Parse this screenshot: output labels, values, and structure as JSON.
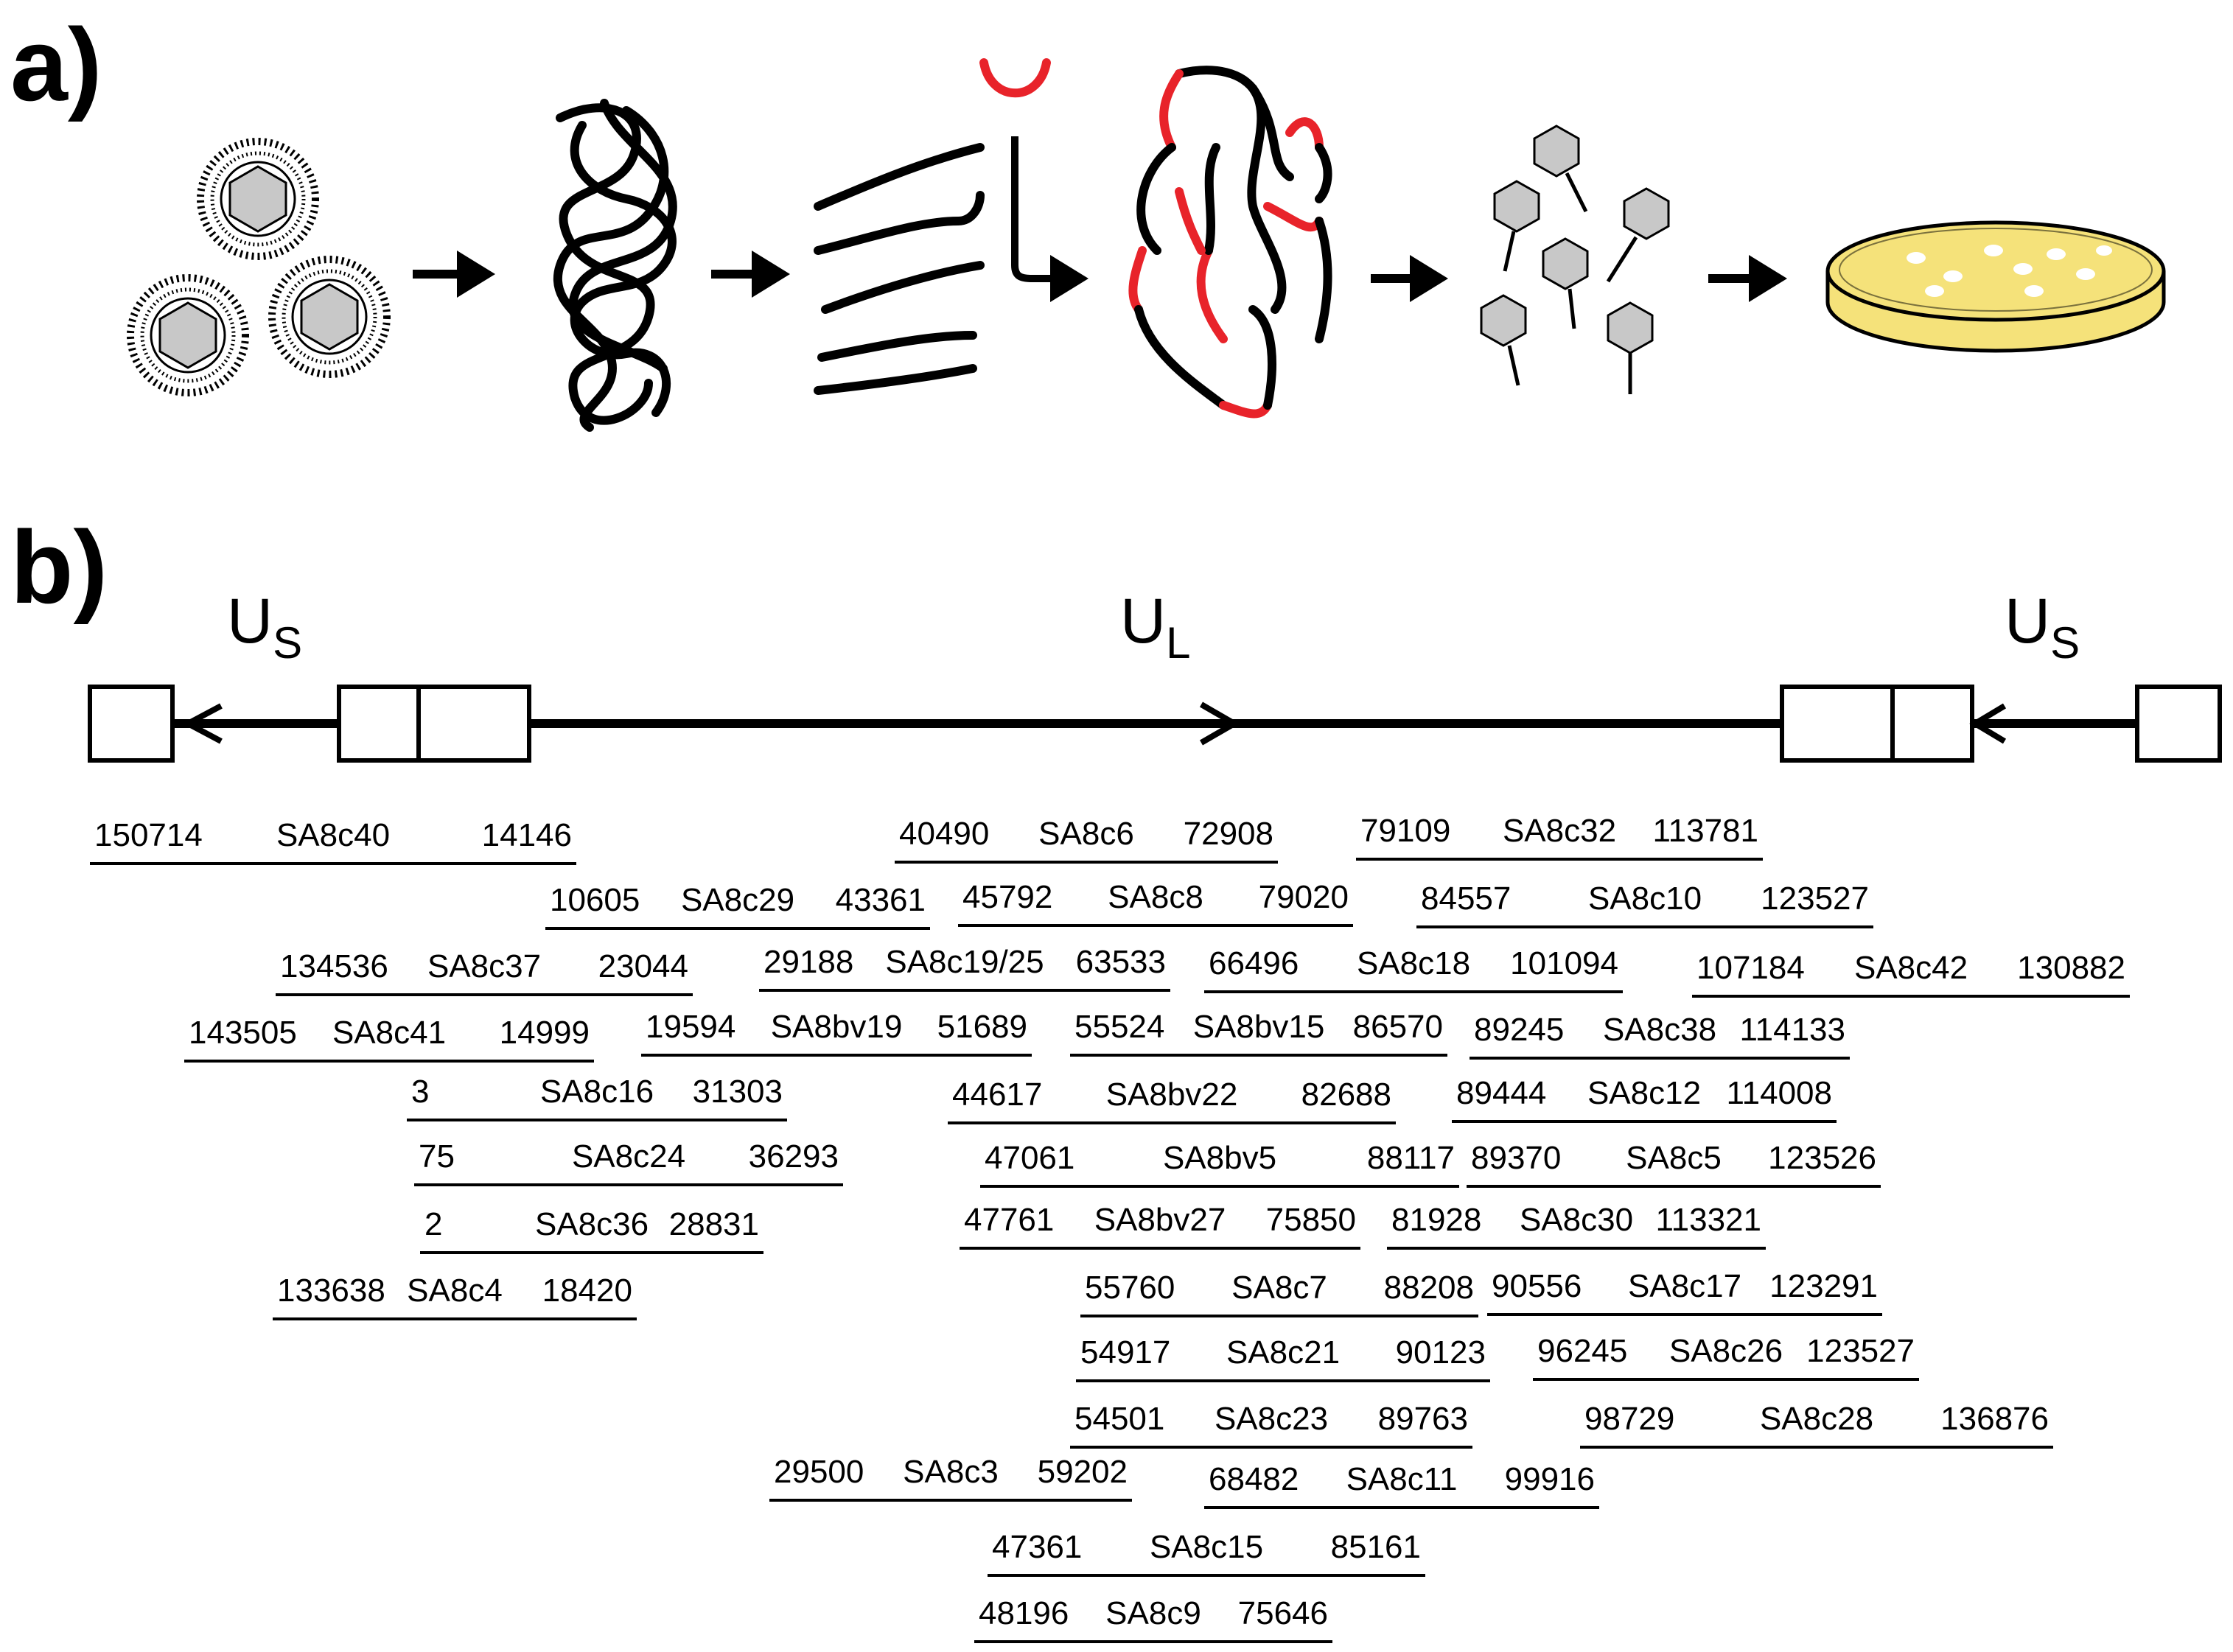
{
  "panels": {
    "a": "a)",
    "b": "b)"
  },
  "genome": {
    "us_left": {
      "main": "U",
      "sub": "S"
    },
    "ul": {
      "main": "U",
      "sub": "L"
    },
    "us_right": {
      "main": "U",
      "sub": "S"
    }
  },
  "colors": {
    "line": "#000000",
    "red": "#e8232a",
    "dish": "#f5e27a",
    "capsid": "#c8c8c8"
  },
  "clones": [
    {
      "start": "150714",
      "name": "SA8c40",
      "end": "14146"
    },
    {
      "start": "40490",
      "name": "SA8c6",
      "end": "72908"
    },
    {
      "start": "79109",
      "name": "SA8c32",
      "end": "113781"
    },
    {
      "start": "10605",
      "name": "SA8c29",
      "end": "43361"
    },
    {
      "start": "45792",
      "name": "SA8c8",
      "end": "79020"
    },
    {
      "start": "84557",
      "name": "SA8c10",
      "end": "123527"
    },
    {
      "start": "134536",
      "name": "SA8c37",
      "end": "23044"
    },
    {
      "start": "29188",
      "name": "SA8c19/25",
      "end": "63533"
    },
    {
      "start": "66496",
      "name": "SA8c18",
      "end": "101094"
    },
    {
      "start": "107184",
      "name": "SA8c42",
      "end": "130882"
    },
    {
      "start": "143505",
      "name": "SA8c41",
      "end": "14999"
    },
    {
      "start": "19594",
      "name": "SA8bv19",
      "end": "51689"
    },
    {
      "start": "55524",
      "name": "SA8bv15",
      "end": "86570"
    },
    {
      "start": "89245",
      "name": "SA8c38",
      "end": "114133"
    },
    {
      "start": "3",
      "name": "SA8c16",
      "end": "31303"
    },
    {
      "start": "44617",
      "name": "SA8bv22",
      "end": "82688"
    },
    {
      "start": "89444",
      "name": "SA8c12",
      "end": "114008"
    },
    {
      "start": "75",
      "name": "SA8c24",
      "end": "36293"
    },
    {
      "start": "47061",
      "name": "SA8bv5",
      "end": "88117"
    },
    {
      "start": "89370",
      "name": "SA8c5",
      "end": "123526"
    },
    {
      "start": "2",
      "name": "SA8c36",
      "end": "28831"
    },
    {
      "start": "47761",
      "name": "SA8bv27",
      "end": "75850"
    },
    {
      "start": "81928",
      "name": "SA8c30",
      "end": "113321"
    },
    {
      "start": "133638",
      "name": "SA8c4",
      "end": "18420"
    },
    {
      "start": "55760",
      "name": "SA8c7",
      "end": "88208"
    },
    {
      "start": "90556",
      "name": "SA8c17",
      "end": "123291"
    },
    {
      "start": "54917",
      "name": "SA8c21",
      "end": "90123"
    },
    {
      "start": "96245",
      "name": "SA8c26",
      "end": "123527"
    },
    {
      "start": "54501",
      "name": "SA8c23",
      "end": "89763"
    },
    {
      "start": "98729",
      "name": "SA8c28",
      "end": "136876"
    },
    {
      "start": "29500",
      "name": "SA8c3",
      "end": "59202"
    },
    {
      "start": "68482",
      "name": "SA8c11",
      "end": "99916"
    },
    {
      "start": "47361",
      "name": "SA8c15",
      "end": "85161"
    },
    {
      "start": "48196",
      "name": "SA8c9",
      "end": "75646"
    }
  ]
}
